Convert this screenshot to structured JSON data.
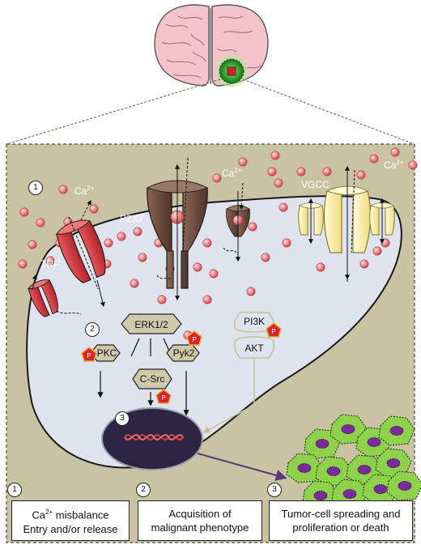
{
  "diagram": {
    "labels": {
      "ca_left": "Ca",
      "ca_mid": "Ca",
      "ca_right": "Ca",
      "ca_sup": "2+",
      "p2x7": "P2X7",
      "vgcc": "VGCC",
      "trp": "TRP",
      "erk": "ERK1/2",
      "pkc": "PKC",
      "pyk2": "Pyk2",
      "csrc": "C-Src",
      "pi3k": "PI3K",
      "akt": "AKT",
      "phospho": "P"
    },
    "markers": {
      "one": "1",
      "two": "2",
      "three": "3"
    }
  },
  "captions": {
    "box1": {
      "num": "1",
      "ca": "Ca",
      "sup": "2+",
      "line1_rest": " misbalance",
      "line2": "Entry and/or release"
    },
    "box2": {
      "num": "2",
      "line1": "Acquisition of",
      "line2": "malignant phenotype"
    },
    "box3": {
      "num": "3",
      "line1": "Tumor-cell spreading and",
      "line2": "proliferation  or death"
    }
  },
  "colors": {
    "panel": "#c9c2a3",
    "cell": "#dfe3ee",
    "nucleus": "#2d2442",
    "brain": "#f2c3c8",
    "tumor_green": "#2e9e2e",
    "trp_red": "#d8343c",
    "p2x7_brown": "#6b4a3a",
    "vgcc_yellow": "#fff2a8",
    "kinase_box": "#cfc8aa",
    "phospho_red": "#e0202a",
    "tumor_cells": "#8ed14b",
    "tumor_nuclei": "#7a2a9a"
  }
}
